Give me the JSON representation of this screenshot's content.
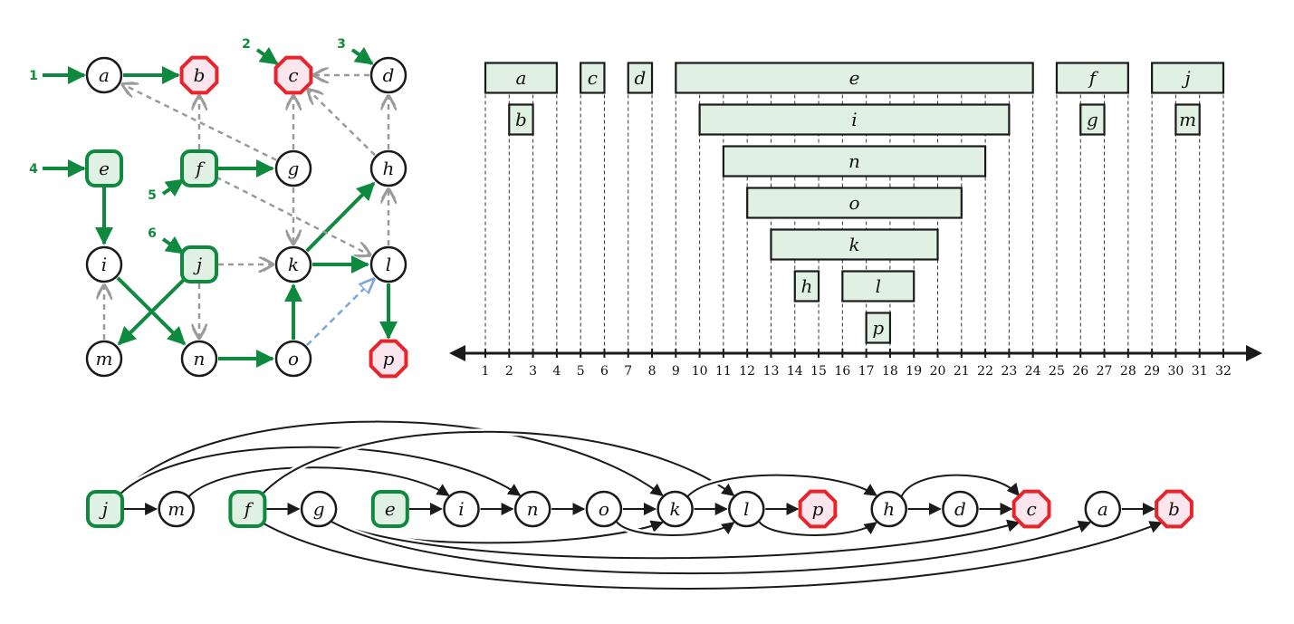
{
  "colors": {
    "source_green": "#0e8a3e",
    "source_fill": "#e0f1e4",
    "sink_red": "#e8242b",
    "sink_fill": "#fbe6ee",
    "gray_edge": "#9a9a9a",
    "blue_edge": "#7aa6dc",
    "black": "#1a1a1a",
    "interval_fill": "#e0f1e4"
  },
  "graph": {
    "nodes": [
      {
        "id": "a",
        "label": "a",
        "type": "normal",
        "col": 0,
        "row": 0
      },
      {
        "id": "b",
        "label": "b",
        "type": "sink",
        "col": 1,
        "row": 0
      },
      {
        "id": "c",
        "label": "c",
        "type": "sink",
        "col": 2,
        "row": 0
      },
      {
        "id": "d",
        "label": "d",
        "type": "normal",
        "col": 3,
        "row": 0
      },
      {
        "id": "e",
        "label": "e",
        "type": "source",
        "col": 0,
        "row": 1
      },
      {
        "id": "f",
        "label": "f",
        "type": "source",
        "col": 1,
        "row": 1
      },
      {
        "id": "g",
        "label": "g",
        "type": "normal",
        "col": 2,
        "row": 1
      },
      {
        "id": "h",
        "label": "h",
        "type": "normal",
        "col": 3,
        "row": 1
      },
      {
        "id": "i",
        "label": "i",
        "type": "normal",
        "col": 0,
        "row": 2
      },
      {
        "id": "j",
        "label": "j",
        "type": "source",
        "col": 1,
        "row": 2
      },
      {
        "id": "k",
        "label": "k",
        "type": "normal",
        "col": 2,
        "row": 2
      },
      {
        "id": "l",
        "label": "l",
        "type": "normal",
        "col": 3,
        "row": 2
      },
      {
        "id": "m",
        "label": "m",
        "type": "normal",
        "col": 0,
        "row": 3
      },
      {
        "id": "n",
        "label": "n",
        "type": "normal",
        "col": 1,
        "row": 3
      },
      {
        "id": "o",
        "label": "o",
        "type": "normal",
        "col": 2,
        "row": 3
      },
      {
        "id": "p",
        "label": "p",
        "type": "sink",
        "col": 3,
        "row": 3
      }
    ],
    "start_arrows": [
      {
        "label": "1",
        "target": "a",
        "dir": "left"
      },
      {
        "label": "2",
        "target": "c",
        "dir": "upleft"
      },
      {
        "label": "3",
        "target": "d",
        "dir": "upleft"
      },
      {
        "label": "4",
        "target": "e",
        "dir": "left"
      },
      {
        "label": "5",
        "target": "f",
        "dir": "downleft"
      },
      {
        "label": "6",
        "target": "j",
        "dir": "upleft"
      }
    ],
    "edges": [
      {
        "from": "a",
        "to": "b",
        "kind": "tree"
      },
      {
        "from": "e",
        "to": "i",
        "kind": "tree"
      },
      {
        "from": "f",
        "to": "g",
        "kind": "tree"
      },
      {
        "from": "i",
        "to": "n",
        "kind": "tree"
      },
      {
        "from": "j",
        "to": "m",
        "kind": "tree"
      },
      {
        "from": "n",
        "to": "o",
        "kind": "tree"
      },
      {
        "from": "o",
        "to": "k",
        "kind": "tree"
      },
      {
        "from": "k",
        "to": "l",
        "kind": "tree"
      },
      {
        "from": "k",
        "to": "h",
        "kind": "tree"
      },
      {
        "from": "l",
        "to": "p",
        "kind": "tree"
      },
      {
        "from": "g",
        "to": "a",
        "kind": "gray"
      },
      {
        "from": "f",
        "to": "b",
        "kind": "gray"
      },
      {
        "from": "g",
        "to": "c",
        "kind": "gray"
      },
      {
        "from": "d",
        "to": "c",
        "kind": "gray"
      },
      {
        "from": "h",
        "to": "c",
        "kind": "gray"
      },
      {
        "from": "h",
        "to": "d",
        "kind": "gray"
      },
      {
        "from": "g",
        "to": "k",
        "kind": "gray"
      },
      {
        "from": "f",
        "to": "l",
        "kind": "gray"
      },
      {
        "from": "j",
        "to": "k",
        "kind": "gray"
      },
      {
        "from": "j",
        "to": "n",
        "kind": "gray"
      },
      {
        "from": "l",
        "to": "h",
        "kind": "gray"
      },
      {
        "from": "m",
        "to": "i",
        "kind": "gray"
      },
      {
        "from": "o",
        "to": "l",
        "kind": "blue"
      }
    ]
  },
  "intervals": {
    "axis_ticks": [
      "1",
      "2",
      "3",
      "4",
      "5",
      "6",
      "7",
      "8",
      "9",
      "10",
      "11",
      "12",
      "13",
      "14",
      "15",
      "16",
      "17",
      "18",
      "19",
      "20",
      "21",
      "22",
      "23",
      "24",
      "25",
      "26",
      "27",
      "28",
      "29",
      "30",
      "31",
      "32"
    ],
    "axis_min": 1,
    "axis_max": 32,
    "items": [
      {
        "label": "a",
        "start": 1,
        "end": 4,
        "level": 0
      },
      {
        "label": "b",
        "start": 2,
        "end": 3,
        "level": 1
      },
      {
        "label": "c",
        "start": 5,
        "end": 6,
        "level": 0
      },
      {
        "label": "d",
        "start": 7,
        "end": 8,
        "level": 0
      },
      {
        "label": "e",
        "start": 9,
        "end": 24,
        "level": 0
      },
      {
        "label": "i",
        "start": 10,
        "end": 23,
        "level": 1
      },
      {
        "label": "n",
        "start": 11,
        "end": 22,
        "level": 2
      },
      {
        "label": "o",
        "start": 12,
        "end": 21,
        "level": 3
      },
      {
        "label": "k",
        "start": 13,
        "end": 20,
        "level": 4
      },
      {
        "label": "h",
        "start": 14,
        "end": 15,
        "level": 5
      },
      {
        "label": "l",
        "start": 16,
        "end": 19,
        "level": 5
      },
      {
        "label": "p",
        "start": 17,
        "end": 18,
        "level": 6
      },
      {
        "label": "f",
        "start": 25,
        "end": 28,
        "level": 0
      },
      {
        "label": "g",
        "start": 26,
        "end": 27,
        "level": 1
      },
      {
        "label": "j",
        "start": 29,
        "end": 32,
        "level": 0
      },
      {
        "label": "m",
        "start": 30,
        "end": 31,
        "level": 1
      }
    ]
  },
  "ordering": {
    "sequence": [
      {
        "id": "j",
        "type": "source"
      },
      {
        "id": "m",
        "type": "normal"
      },
      {
        "id": "f",
        "type": "source"
      },
      {
        "id": "g",
        "type": "normal"
      },
      {
        "id": "e",
        "type": "source"
      },
      {
        "id": "i",
        "type": "normal"
      },
      {
        "id": "n",
        "type": "normal"
      },
      {
        "id": "o",
        "type": "normal"
      },
      {
        "id": "k",
        "type": "normal"
      },
      {
        "id": "l",
        "type": "normal"
      },
      {
        "id": "p",
        "type": "sink"
      },
      {
        "id": "h",
        "type": "normal"
      },
      {
        "id": "d",
        "type": "normal"
      },
      {
        "id": "c",
        "type": "sink"
      },
      {
        "id": "a",
        "type": "normal"
      },
      {
        "id": "b",
        "type": "sink"
      }
    ],
    "straight_edges": [
      {
        "from": "j",
        "to": "m"
      },
      {
        "from": "f",
        "to": "g"
      },
      {
        "from": "e",
        "to": "i"
      },
      {
        "from": "i",
        "to": "n"
      },
      {
        "from": "n",
        "to": "o"
      },
      {
        "from": "o",
        "to": "k"
      },
      {
        "from": "k",
        "to": "l"
      },
      {
        "from": "l",
        "to": "p"
      },
      {
        "from": "h",
        "to": "d"
      },
      {
        "from": "d",
        "to": "c"
      },
      {
        "from": "a",
        "to": "b"
      }
    ],
    "arc_edges": [
      {
        "from": "j",
        "to": "k",
        "side": "top",
        "depth": 3.3
      },
      {
        "from": "j",
        "to": "n",
        "side": "top",
        "depth": 2.3
      },
      {
        "from": "m",
        "to": "i",
        "side": "top",
        "depth": 1.5
      },
      {
        "from": "f",
        "to": "l",
        "side": "top",
        "depth": 2.9
      },
      {
        "from": "k",
        "to": "h",
        "side": "top",
        "depth": 1.2
      },
      {
        "from": "h",
        "to": "c",
        "side": "top",
        "depth": 1.2
      },
      {
        "from": "g",
        "to": "k",
        "side": "bottom",
        "depth": 1.2
      },
      {
        "from": "o",
        "to": "l",
        "side": "bottom",
        "depth": 0.9
      },
      {
        "from": "l",
        "to": "h",
        "side": "bottom",
        "depth": 0.9
      },
      {
        "from": "g",
        "to": "c",
        "side": "bottom",
        "depth": 1.8
      },
      {
        "from": "g",
        "to": "a",
        "side": "bottom",
        "depth": 2.4
      },
      {
        "from": "f",
        "to": "b",
        "side": "bottom",
        "depth": 3.0
      }
    ]
  }
}
